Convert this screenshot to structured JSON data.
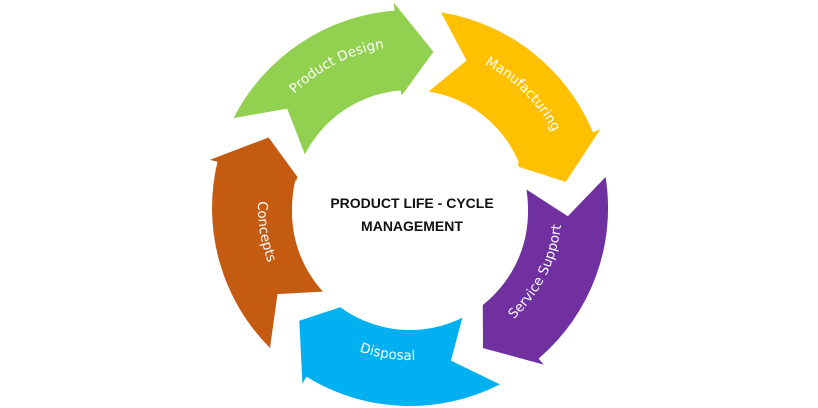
{
  "center": {
    "line1": "PRODUCT LIFE - CYCLE",
    "line2": "MANAGEMENT"
  },
  "stages": [
    {
      "label": "Product Design",
      "color": "#92D050"
    },
    {
      "label": "Manufacturing",
      "color": "#FFC000"
    },
    {
      "label": "Service Support",
      "color": "#7030A0"
    },
    {
      "label": "Disposal",
      "color": "#00B0F0"
    },
    {
      "label": "Concepts",
      "color": "#C55A11"
    }
  ],
  "colors": {
    "background": "#FFFFFF",
    "center_fill": "#FFFFFF",
    "center_text": "#111111",
    "label_text": "#FFFFFF"
  }
}
